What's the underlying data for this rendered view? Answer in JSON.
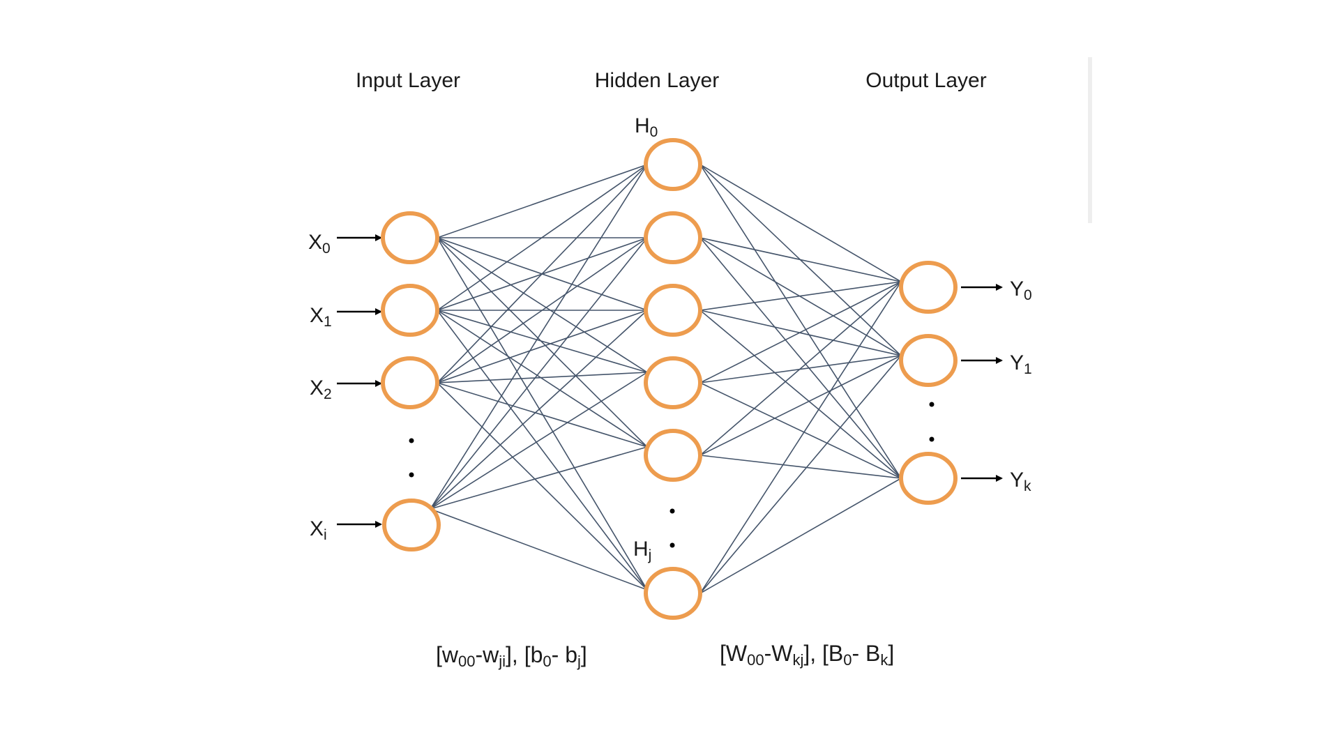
{
  "layers": {
    "input_title": "Input Layer",
    "hidden_title": "Hidden Layer",
    "output_title": "Output Layer"
  },
  "inputs": [
    {
      "base": "X",
      "sub": "0"
    },
    {
      "base": "X",
      "sub": "1"
    },
    {
      "base": "X",
      "sub": "2"
    },
    {
      "base": "X",
      "sub": "i"
    }
  ],
  "hidden_labels": [
    {
      "base": "H",
      "sub": "0"
    },
    {
      "base": "H",
      "sub": "j"
    }
  ],
  "outputs": [
    {
      "base": "Y",
      "sub": "0"
    },
    {
      "base": "Y",
      "sub": "1"
    },
    {
      "base": "Y",
      "sub": "k"
    }
  ],
  "weights_input_hidden": {
    "p1": "[w",
    "s1": "00",
    "p2": "-w",
    "s2": "ji",
    "p3": "], [b",
    "s3": "0",
    "p4": "- b",
    "s4": "j",
    "p5": "]"
  },
  "weights_hidden_output": {
    "p1": "[W",
    "s1": "00",
    "p2": "-W",
    "s2": "kj",
    "p3": "], [B",
    "s3": "0",
    "p4": "- B",
    "s4": "k",
    "p5": "]"
  },
  "colors": {
    "node_stroke": "#ed9c4e",
    "edge": "#44546a",
    "arrow": "#000000"
  }
}
